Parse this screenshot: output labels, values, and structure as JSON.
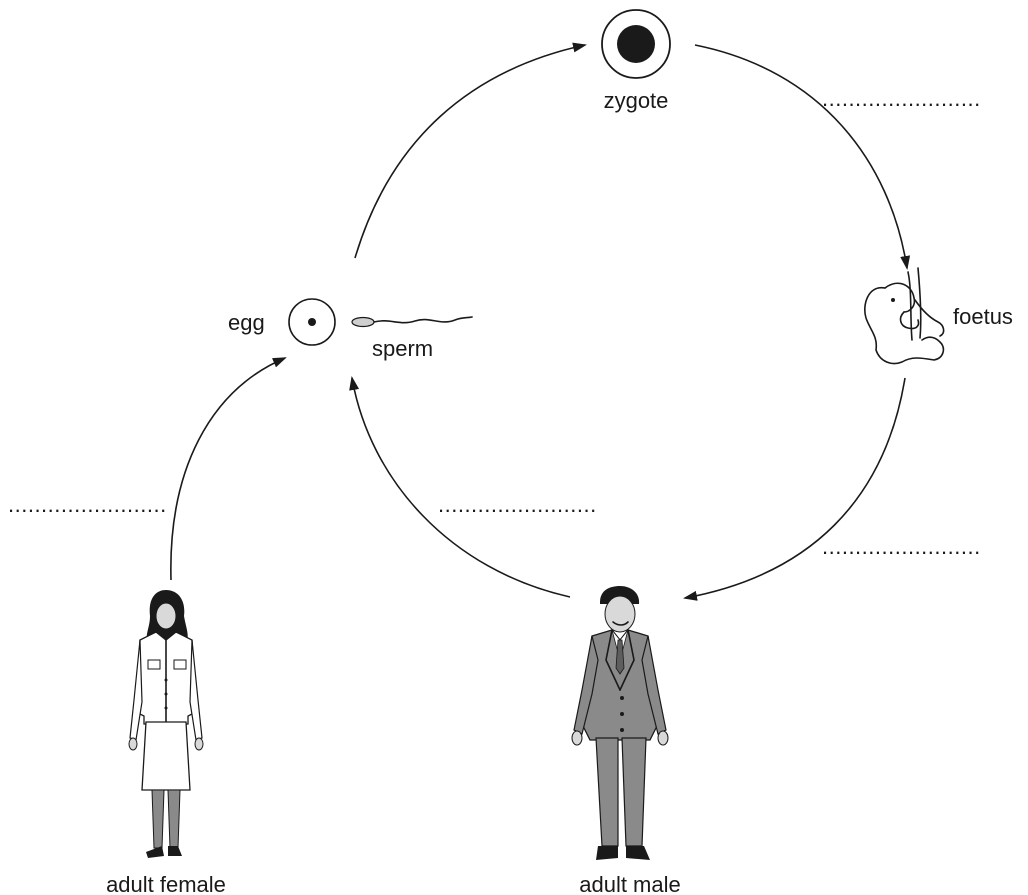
{
  "labels": {
    "zygote": "zygote",
    "foetus": "foetus",
    "egg": "egg",
    "sperm": "sperm",
    "adult_female": "adult female",
    "adult_male": "adult male"
  },
  "blanks": {
    "top_right": "........................",
    "right": "........................",
    "left": "........................",
    "middle": "........................"
  },
  "colors": {
    "ink": "#1a1a1a",
    "suit": "#8a8a8a",
    "suit_dark": "#5e5e5e",
    "skin": "#d9d9d9"
  }
}
